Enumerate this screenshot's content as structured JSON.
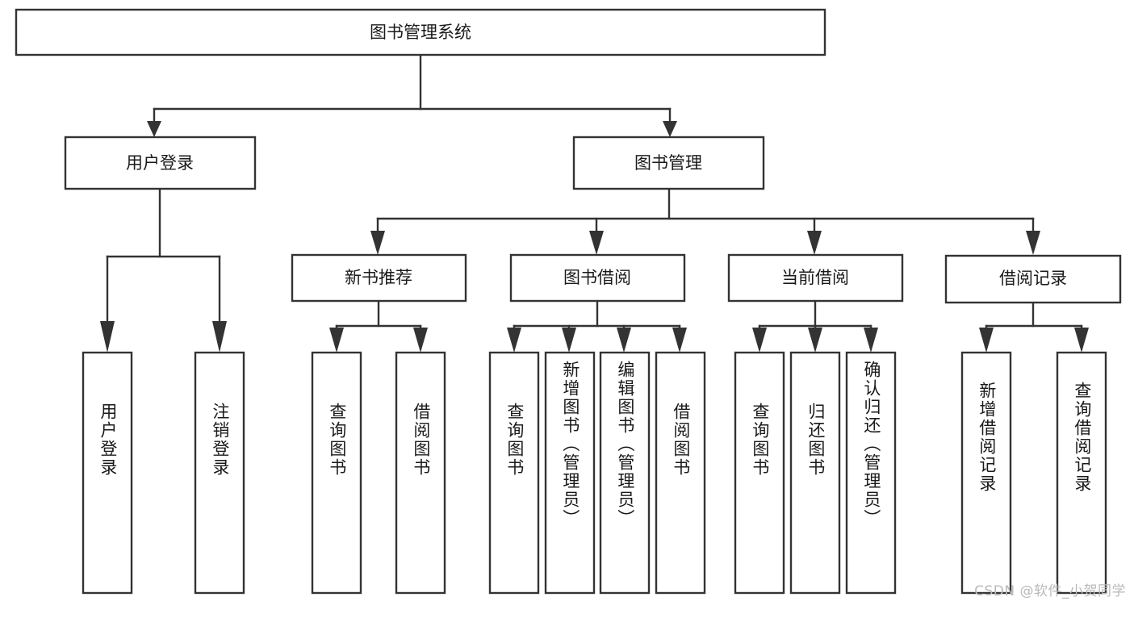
{
  "diagram": {
    "type": "tree-hierarchy",
    "title": "图书管理系统",
    "root": {
      "label": "图书管理系统",
      "orientation": "horizontal"
    },
    "level2": [
      {
        "label": "用户登录",
        "orientation": "horizontal"
      },
      {
        "label": "图书管理",
        "orientation": "horizontal"
      }
    ],
    "level3": [
      {
        "label": "新书推荐",
        "orientation": "horizontal",
        "parent": "图书管理"
      },
      {
        "label": "图书借阅",
        "orientation": "horizontal",
        "parent": "图书管理"
      },
      {
        "label": "当前借阅",
        "orientation": "horizontal",
        "parent": "图书管理"
      },
      {
        "label": "借阅记录",
        "orientation": "horizontal",
        "parent": "图书管理"
      }
    ],
    "leaves": {
      "user_login": [
        {
          "label": "用户登录",
          "orientation": "vertical"
        },
        {
          "label": "注销登录",
          "orientation": "vertical"
        }
      ],
      "new_book_recommend": [
        {
          "label": "查询图书",
          "orientation": "vertical"
        },
        {
          "label": "借阅图书",
          "orientation": "vertical"
        }
      ],
      "book_borrow": [
        {
          "label": "查询图书",
          "orientation": "vertical"
        },
        {
          "label": "新增图书（管理员）",
          "orientation": "vertical"
        },
        {
          "label": "编辑图书（管理员）",
          "orientation": "vertical"
        },
        {
          "label": "借阅图书",
          "orientation": "vertical"
        }
      ],
      "current_borrow": [
        {
          "label": "查询图书",
          "orientation": "vertical"
        },
        {
          "label": "归还图书",
          "orientation": "vertical"
        },
        {
          "label": "确认归还（管理员）",
          "orientation": "vertical"
        }
      ],
      "borrow_record": [
        {
          "label": "新增借阅记录",
          "orientation": "vertical"
        },
        {
          "label": "查询借阅记录",
          "orientation": "vertical"
        }
      ]
    },
    "colors": {
      "stroke": "#333333",
      "fill": "#ffffff",
      "text": "#1a1a1a",
      "watermark": "#b9b9b9",
      "background": "#ffffff"
    }
  },
  "watermark": {
    "text": "CSDN @软件_小贺同学"
  }
}
